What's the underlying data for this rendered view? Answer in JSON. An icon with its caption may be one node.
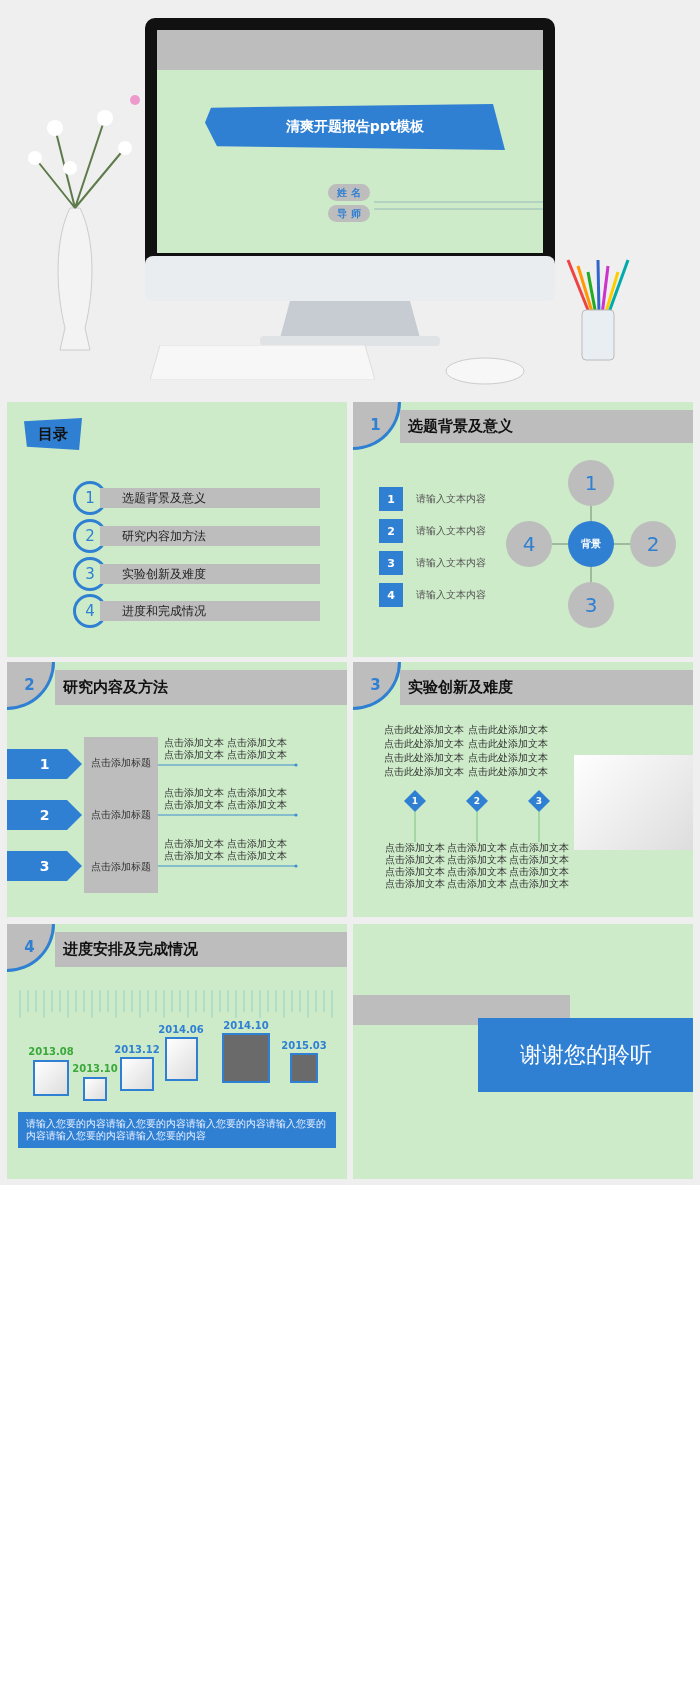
{
  "diagram": {
    "nodes": [
      {
        "text": [
          "清爽开题报告ppt模板"
        ]
      },
      {
        "text": [
          "姓 名"
        ]
      },
      {
        "text": [
          "导 师"
        ]
      },
      {
        "text": [
          "目录"
        ]
      },
      {
        "text": [
          "1"
        ]
      },
      {
        "text": [
          "选题背景及意义"
        ]
      },
      {
        "text": [
          "2"
        ]
      },
      {
        "text": [
          "研究内容加方法"
        ]
      },
      {
        "text": [
          "3"
        ]
      },
      {
        "text": [
          "实验创新及难度"
        ]
      },
      {
        "text": [
          "4"
        ]
      },
      {
        "text": [
          "进度和完成情况"
        ]
      },
      {
        "text": [
          "1"
        ]
      },
      {
        "text": [
          "选题背景及意义"
        ]
      },
      {
        "text": [
          "1"
        ],
        "beside": [
          "请输入文本内容"
        ]
      },
      {
        "text": [
          "2"
        ],
        "beside": [
          "请输入文本内容"
        ]
      },
      {
        "text": [
          "3"
        ],
        "beside": [
          "请输入文本内容"
        ]
      },
      {
        "text": [
          "4"
        ],
        "beside": [
          "请输入文本内容"
        ]
      },
      {
        "text": [
          "1"
        ]
      },
      {
        "text": [
          "4"
        ]
      },
      {
        "text": [
          "背景"
        ]
      },
      {
        "text": [
          "2"
        ]
      },
      {
        "text": [
          "3"
        ]
      },
      {
        "text": [
          "2"
        ]
      },
      {
        "text": [
          "研究内容及方法"
        ]
      },
      {
        "text": [
          "1"
        ]
      },
      {
        "text": [
          "2"
        ]
      },
      {
        "text": [
          "3"
        ]
      },
      {
        "text": [
          "点击添加标题",
          "点击添加标题",
          "点击添加标题"
        ]
      },
      {
        "text": [
          "点击添加文本 点击添加文本",
          "点击添加文本 点击添加文本"
        ]
      },
      {
        "text": [
          "点击添加文本 点击添加文本",
          "点击添加文本 点击添加文本"
        ]
      },
      {
        "text": [
          "点击添加文本 点击添加文本",
          "点击添加文本 点击添加文本"
        ]
      },
      {
        "text": [
          "3"
        ]
      },
      {
        "text": [
          "实验创新及难度"
        ]
      },
      {
        "text": [
          "1"
        ]
      },
      {
        "text": [
          "2"
        ]
      },
      {
        "text": [
          "3"
        ]
      },
      {
        "text": [
          "点击添加文本点击添加文本点击添加文本点击添加文本"
        ]
      },
      {
        "text": [
          "点击添加文本点击添加文本点击添加文本点击添加文本"
        ]
      },
      {
        "text": [
          "点击添加文本点击添加文本点击添加文本点击添加文本"
        ]
      },
      {
        "text": [
          "4"
        ]
      },
      {
        "text": [
          "进度安排及完成情况"
        ]
      },
      {
        "text": [
          "请输入您要的内容请输入您要的内容请输入您要的内容请输入您要的内容请输入您要的内容请输入您要的内容"
        ]
      },
      {
        "text": [
          "谢谢您的聆听"
        ]
      }
    ],
    "edges": [
      {
        "from": 20,
        "to": 18,
        "arrow": "none"
      },
      {
        "from": 20,
        "to": 21,
        "arrow": "none"
      },
      {
        "from": 20,
        "to": 22,
        "arrow": "none"
      },
      {
        "from": 20,
        "to": 19,
        "arrow": "none"
      },
      {
        "from": 28,
        "to": 29,
        "arrow": "other",
        "color": "#3f8fd0"
      },
      {
        "from": 28,
        "to": 30,
        "arrow": "other",
        "color": "#3f8fd0"
      },
      {
        "from": 28,
        "to": 31,
        "arrow": "other",
        "color": "#3f8fd0"
      },
      {
        "from": 34,
        "to": 37,
        "arrow": "none",
        "color": "#7cc47c"
      },
      {
        "from": 35,
        "to": 38,
        "arrow": "none",
        "color": "#7cc47c"
      },
      {
        "from": 36,
        "to": 39,
        "arrow": "none",
        "color": "#7cc47c"
      }
    ],
    "labels": [
      "点击此处添加文本",
      "点击此处添加文本",
      "点击此处添加文本",
      "点击此处添加文本",
      "点击此处添加文本",
      "点击此处添加文本",
      "点击此处添加文本",
      "点击此处添加文本",
      "2014.06",
      "2014.10",
      "2013.08",
      "2013.12",
      "2015.03",
      "2013.10"
    ]
  }
}
